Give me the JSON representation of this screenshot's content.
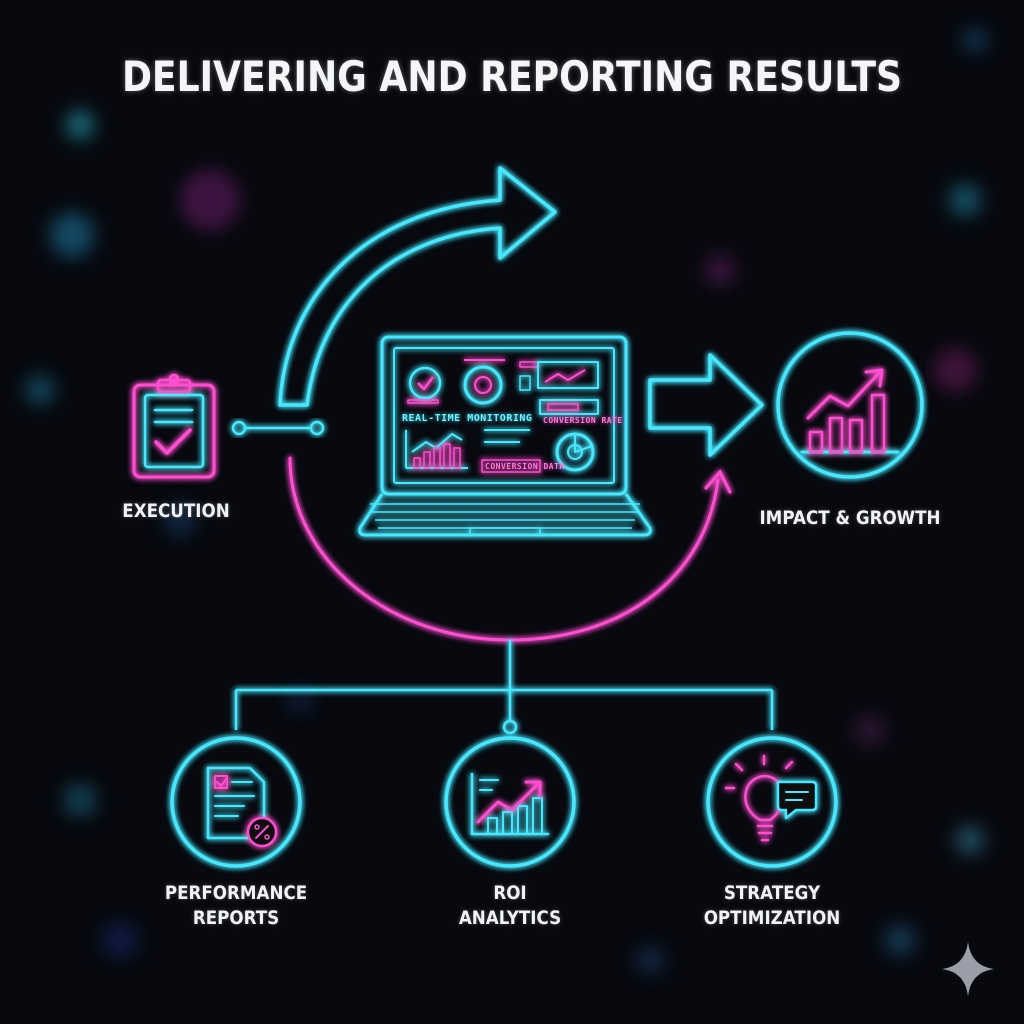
{
  "title": "DELIVERING AND REPORTING RESULTS",
  "nodes": {
    "execution": "EXECUTION",
    "impact": "IMPACT & GROWTH",
    "performance": [
      "PERFORMANCE",
      "REPORTS"
    ],
    "roi": [
      "ROI",
      "ANALYTICS"
    ],
    "strategy": [
      "STRATEGY",
      "OPTIMIZATION"
    ]
  },
  "screen_text": {
    "monitoring": "REAL-TIME MONITORING",
    "conversion": "CONVERSION RATE",
    "other": "CONVERSION DATA"
  },
  "colors": {
    "background": "#07090f",
    "cyan": "#46e8ff",
    "pink": "#ff4fd0",
    "text": "#f1f3f8"
  },
  "icons": [
    "clipboard-check-icon",
    "laptop-dashboard-icon",
    "growth-chart-icon",
    "report-percent-icon",
    "roi-chart-icon",
    "lightbulb-chat-icon",
    "sparkle-icon"
  ]
}
